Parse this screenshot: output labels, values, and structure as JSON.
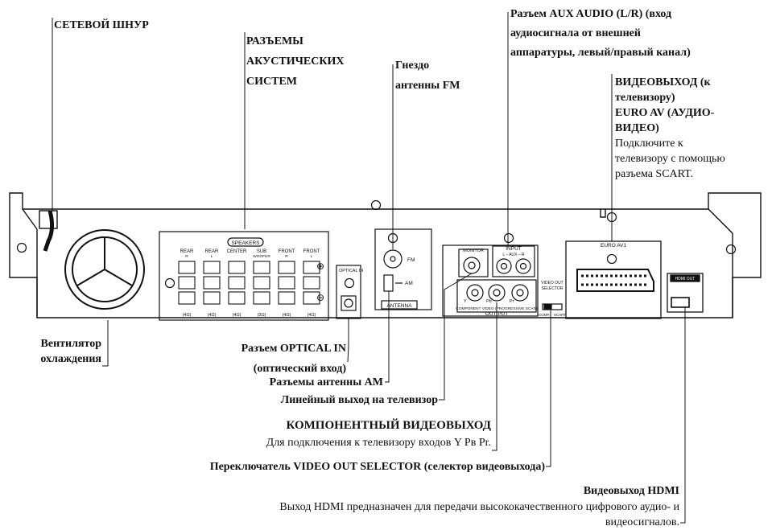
{
  "callouts": {
    "power_cord": "СЕТЕВОЙ ШНУР",
    "speaker_jacks": [
      "РАЗЪЕМЫ",
      "АКУСТИЧЕСКИХ",
      "СИСТЕМ"
    ],
    "fm_jack": [
      "Гнездо",
      "антенны FM"
    ],
    "aux_audio": [
      "Разъем AUX AUDIO (L/R) (вход",
      "аудиосигнала от внешней",
      "аппаратуры, левый/правый канал)"
    ],
    "euro_av_title": [
      "ВИДЕОВЫХОД (к",
      "телевизору)",
      "EURO AV (АУДИО-",
      "ВИДЕО)"
    ],
    "euro_av_desc": [
      "Подключите к",
      "телевизору с помощью",
      "разъема SCART."
    ],
    "fan": [
      "Вентилятор",
      "охлаждения"
    ],
    "optical_in": [
      "Разъем OPTICAL IN",
      "(оптический вход)"
    ],
    "am_jacks": "Разъемы антенны AM",
    "line_out": "Линейный выход на телевизор",
    "component_title": "КОМПОНЕНТНЫЙ ВИДЕОВЫХОД",
    "component_desc": "Для подключения к телевизору входов Y Pв Pr.",
    "video_selector": "Переключатель VIDEO OUT SELECTOR (селектор видеовыхода)",
    "hdmi_title": "Видеовыход HDMI",
    "hdmi_desc": [
      "Выход HDMI предназначен для передачи высококачественного цифрового аудио- и",
      "видеосигналов."
    ]
  },
  "panel_labels": {
    "speakers": "SPEAKERS",
    "speaker_channels": [
      {
        "name": "REAR",
        "sub": "R",
        "ohm": "(4Ω)"
      },
      {
        "name": "REAR",
        "sub": "L",
        "ohm": "(4Ω)"
      },
      {
        "name": "CENTER",
        "sub": "",
        "ohm": "(4Ω)"
      },
      {
        "name": "SUB",
        "sub": "WOOFER",
        "ohm": "(3Ω)"
      },
      {
        "name": "FRONT",
        "sub": "R",
        "ohm": "(4Ω)"
      },
      {
        "name": "FRONT",
        "sub": "L",
        "ohm": "(4Ω)"
      }
    ],
    "plus": "⊕",
    "minus": "⊖",
    "optical_in": "OPTICAL IN",
    "fm": "FM",
    "am": "AM",
    "antenna": "ANTENNA",
    "monitor": "MONITOR",
    "input": "INPUT",
    "aux": "L – AUX – R",
    "component_video": "COMPONENT VIDEO (PROGRESSIVE SCAN)",
    "output": "OUT PUT",
    "y": "Y",
    "pb": "Pb",
    "pr": "Pr",
    "video_out_selector": [
      "VIDEO OUT",
      "SELECTOR"
    ],
    "selector_positions": [
      "COMP.",
      "SCART"
    ],
    "euro_av1": "EURO AV1",
    "hdmi_out": "HDMI OUT"
  }
}
